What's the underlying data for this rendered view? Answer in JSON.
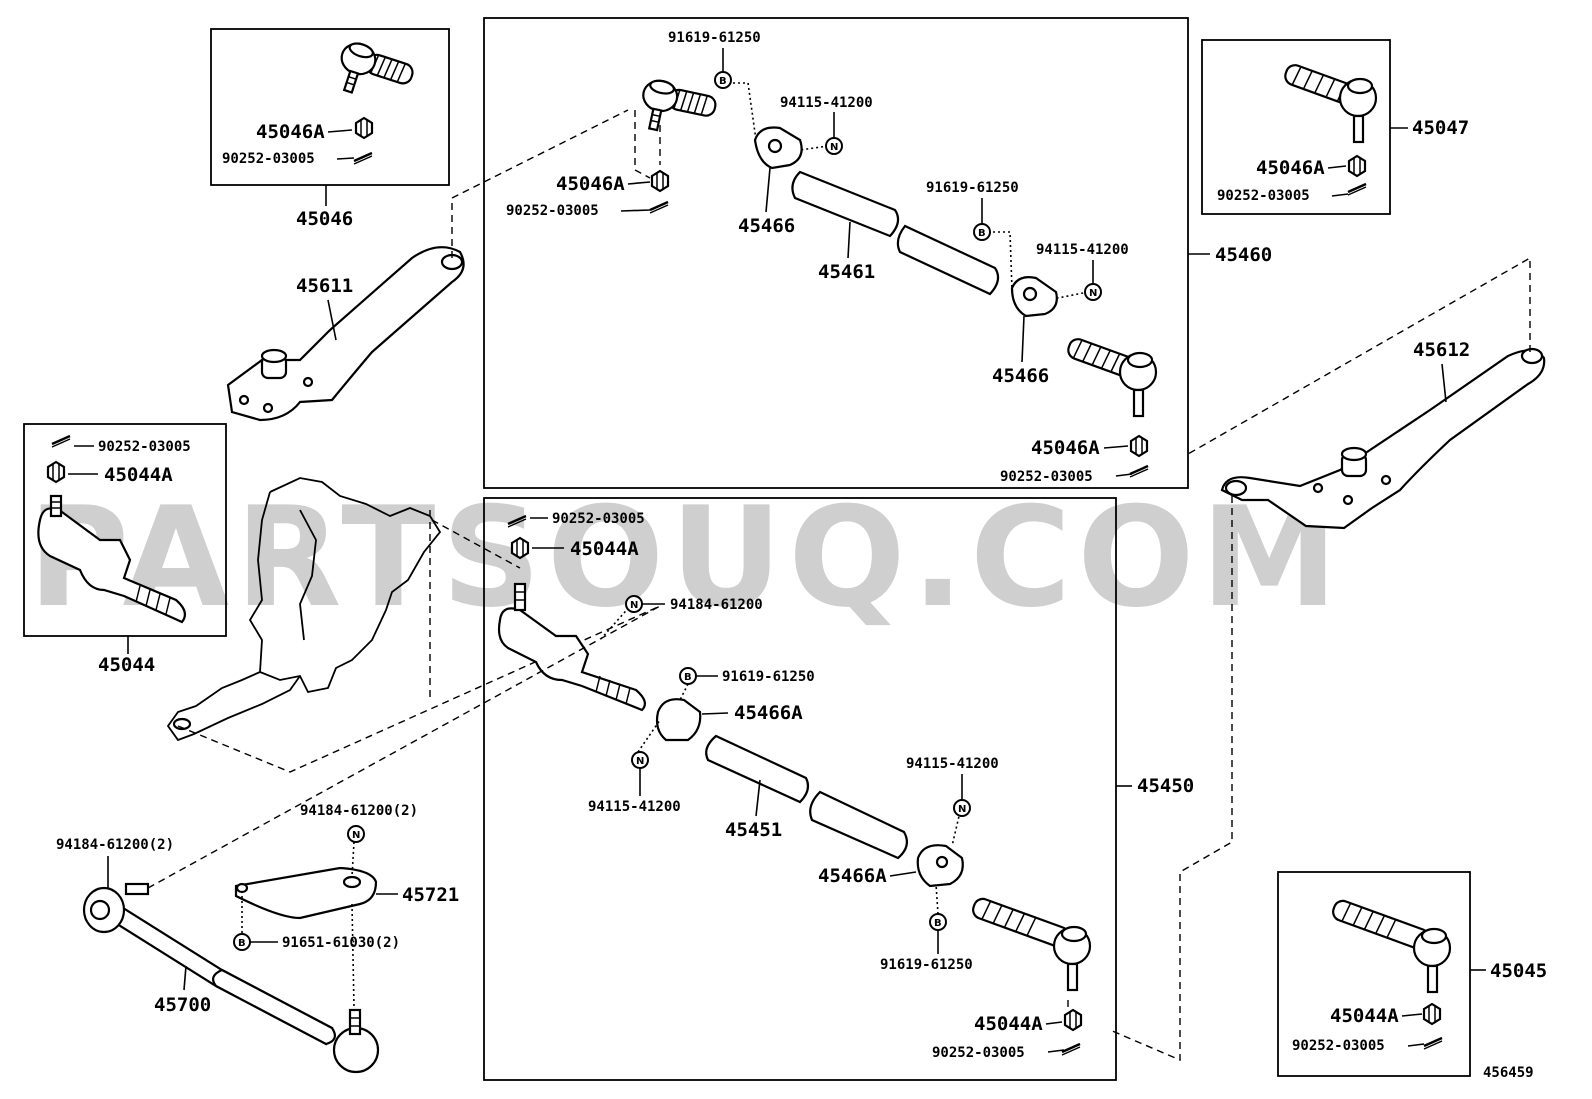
{
  "watermark": "PARTSOUQ.COM",
  "diagram_id": "456459",
  "symbols": {
    "b": "B",
    "n": "N"
  },
  "labels": {
    "p91619_top": "91619-61250",
    "p94115_top": "94115-41200",
    "p45046A_center": "45046A",
    "p90252_center": "90252-03005",
    "p45466_upper": "45466",
    "p45461": "45461",
    "p91619_mid": "91619-61250",
    "p94115_mid": "94115-41200",
    "p45460": "45460",
    "p45466_lower": "45466",
    "p45046A_right": "45046A",
    "p90252_right": "90252-03005",
    "p45046A_box": "45046A",
    "p90252_box1": "90252-03005",
    "p45046": "45046",
    "p45611": "45611",
    "p45047": "45047",
    "p45046A_box3": "45046A",
    "p90252_box3": "90252-03005",
    "p45612": "45612",
    "p90252_box2": "90252-03005",
    "p45044A_box2": "45044A",
    "p45044": "45044",
    "p90252_lower_top": "90252-03005",
    "p45044A_lower_top": "45044A",
    "p94184_lower": "94184-61200",
    "p91619_lower": "91619-61250",
    "p45466A_upper": "45466A",
    "p94115_lower_left": "94115-41200",
    "p45451": "45451",
    "p94115_lower_right": "94115-41200",
    "p45450": "45450",
    "p45466A_lower": "45466A",
    "p91619_lower_bottom": "91619-61250",
    "p45044A_lower_bottom": "45044A",
    "p90252_lower_bottom": "90252-03005",
    "p94184_2_top": "94184-61200(2)",
    "p94184_2_left": "94184-61200(2)",
    "p45721": "45721",
    "p91651": "91651-61030(2)",
    "p45700": "45700",
    "p45045": "45045",
    "p45044A_box4": "45044A",
    "p90252_box4": "90252-03005"
  }
}
